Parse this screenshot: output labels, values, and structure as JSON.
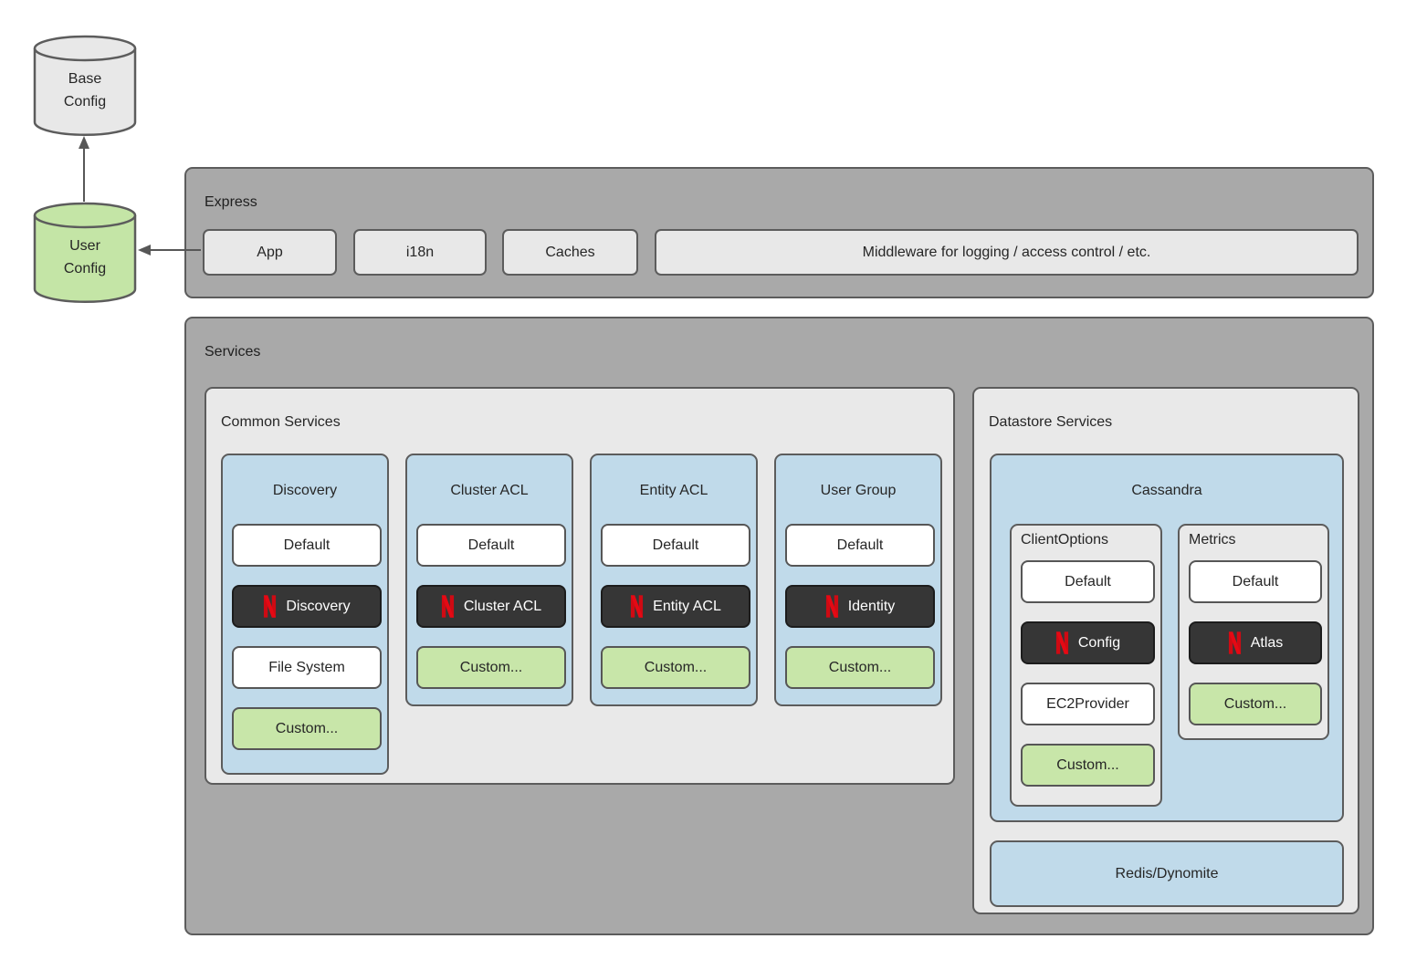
{
  "colors": {
    "container_gray": "#a9a9a9",
    "panel_gray": "#e9e9e9",
    "box_gray": "#e8e8e8",
    "card_blue": "#c0daea",
    "item_green": "#c8e6a9",
    "item_dark": "#363636",
    "netflix_red": "#e50914",
    "border_gray": "#5c5c5c"
  },
  "config": {
    "base": {
      "line1": "Base",
      "line2": "Config"
    },
    "user": {
      "line1": "User",
      "line2": "Config"
    }
  },
  "express": {
    "label": "Express",
    "boxes": [
      "App",
      "i18n",
      "Caches",
      "Middleware for logging / access control / etc."
    ]
  },
  "services": {
    "label": "Services",
    "common": {
      "label": "Common Services",
      "cards": [
        {
          "title": "Discovery",
          "items": [
            {
              "type": "white",
              "label": "Default"
            },
            {
              "type": "dark",
              "icon": "netflix-n",
              "label": "Discovery"
            },
            {
              "type": "white",
              "label": "File System"
            },
            {
              "type": "green",
              "label": "Custom..."
            }
          ]
        },
        {
          "title": "Cluster ACL",
          "items": [
            {
              "type": "white",
              "label": "Default"
            },
            {
              "type": "dark",
              "icon": "netflix-n",
              "label": "Cluster ACL"
            },
            {
              "type": "green",
              "label": "Custom..."
            }
          ]
        },
        {
          "title": "Entity ACL",
          "items": [
            {
              "type": "white",
              "label": "Default"
            },
            {
              "type": "dark",
              "icon": "netflix-n",
              "label": "Entity ACL"
            },
            {
              "type": "green",
              "label": "Custom..."
            }
          ]
        },
        {
          "title": "User Group",
          "items": [
            {
              "type": "white",
              "label": "Default"
            },
            {
              "type": "dark",
              "icon": "netflix-n",
              "label": "Identity"
            },
            {
              "type": "green",
              "label": "Custom..."
            }
          ]
        }
      ]
    },
    "datastore": {
      "label": "Datastore Services",
      "cassandra": {
        "title": "Cassandra",
        "subcards": [
          {
            "title": "ClientOptions",
            "items": [
              {
                "type": "white",
                "label": "Default"
              },
              {
                "type": "dark",
                "icon": "netflix-n",
                "label": "Config"
              },
              {
                "type": "white",
                "label": "EC2Provider"
              },
              {
                "type": "green",
                "label": "Custom..."
              }
            ]
          },
          {
            "title": "Metrics",
            "items": [
              {
                "type": "white",
                "label": "Default"
              },
              {
                "type": "dark",
                "icon": "netflix-n",
                "label": "Atlas"
              },
              {
                "type": "green",
                "label": "Custom..."
              }
            ]
          }
        ]
      },
      "redis": "Redis/Dynomite"
    }
  }
}
